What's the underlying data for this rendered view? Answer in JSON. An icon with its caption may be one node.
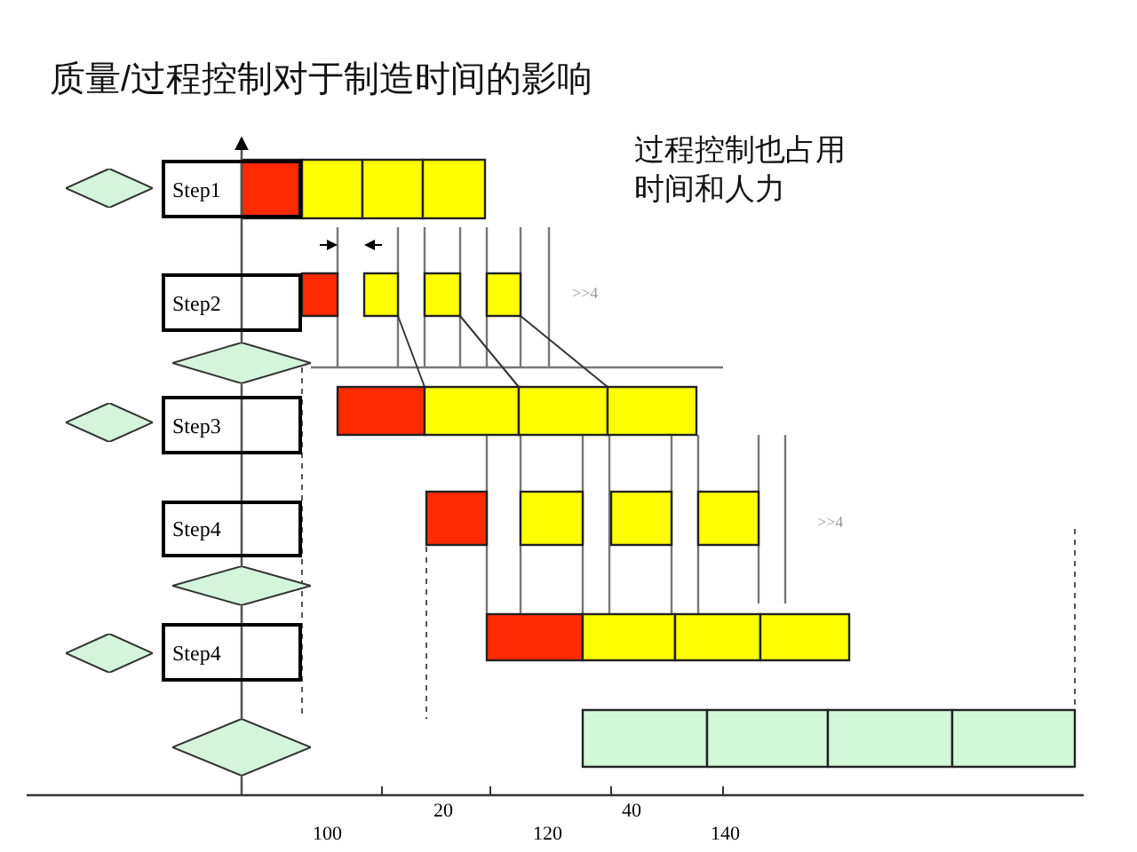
{
  "diagram": {
    "title": "质量/过程控制对于制造时间的影响",
    "nodes": [
      {
        "text": [],
        "shape": "diamond"
      },
      {
        "text": [
          "Step1"
        ]
      },
      {
        "text": [
          "Step2"
        ]
      },
      {
        "text": [],
        "shape": "diamond"
      },
      {
        "text": [],
        "shape": "diamond"
      },
      {
        "text": [
          "Step3"
        ]
      },
      {
        "text": [
          "Step4"
        ]
      },
      {
        "text": [],
        "shape": "diamond"
      },
      {
        "text": [],
        "shape": "diamond"
      },
      {
        "text": [
          "Step4"
        ]
      },
      {
        "text": [],
        "shape": "diamond"
      }
    ],
    "labels": [
      "过程控制也占用时间和人力",
      ">>4",
      ">>4",
      "20",
      "40",
      "100",
      "120",
      "140"
    ]
  }
}
